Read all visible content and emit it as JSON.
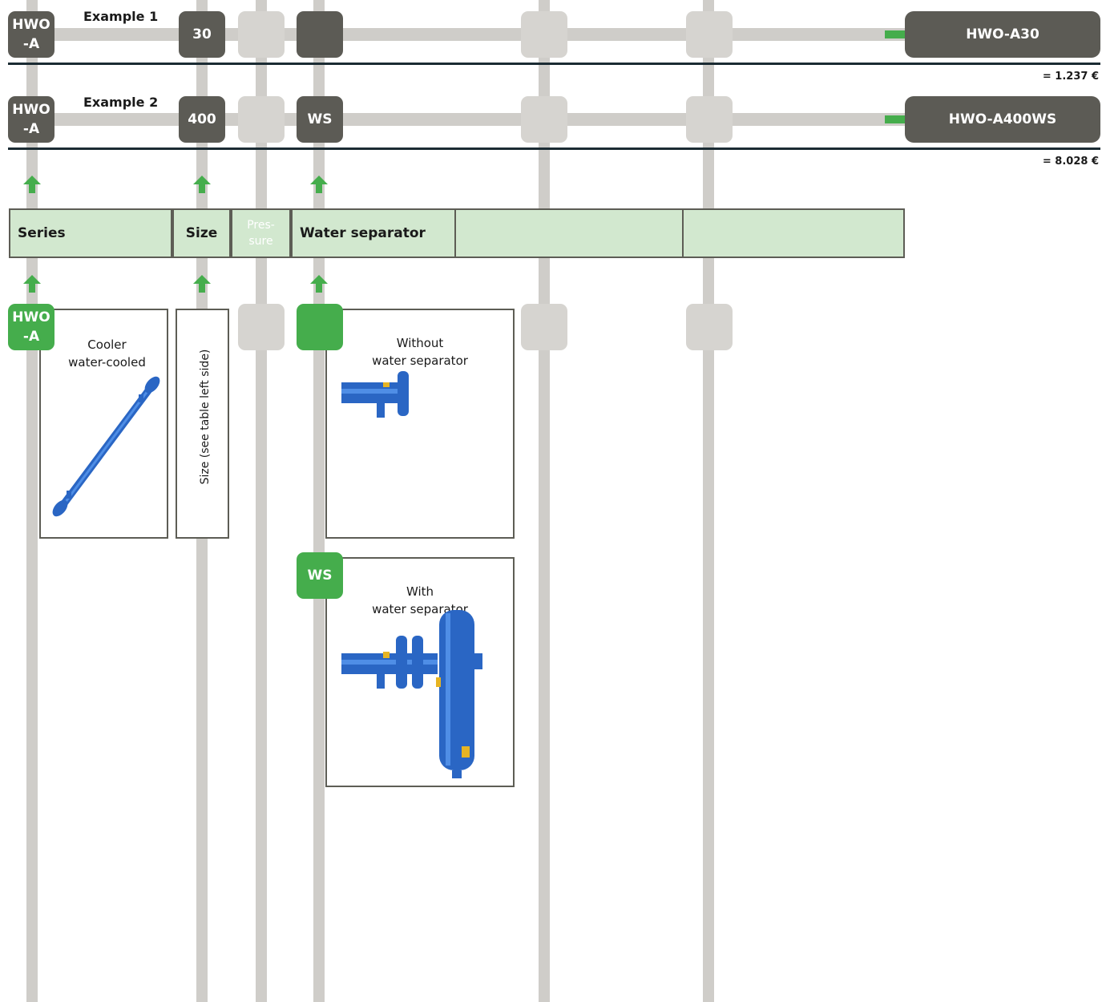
{
  "examples": [
    {
      "label": "Example 1",
      "series": "HWO\n-A",
      "size": "30",
      "pressure": "",
      "water_separator": "",
      "result": "HWO-A30",
      "price": "= 1.237 €"
    },
    {
      "label": "Example 2",
      "series": "HWO\n-A",
      "size": "400",
      "pressure": "",
      "water_separator": "WS",
      "result": "HWO-A400WS",
      "price": "= 8.028 €"
    }
  ],
  "categories": {
    "series": "Series",
    "size": "Size",
    "pressure": "Pres-\nsure",
    "water_separator": "Water separator",
    "extra1": "",
    "extra2": ""
  },
  "options": {
    "series": {
      "code": "HWO\n-A",
      "description": "Cooler\nwater-cooled"
    },
    "size": {
      "description": "Size (see table left side)"
    },
    "water_separator": [
      {
        "code": "",
        "description": "Without\nwater separator"
      },
      {
        "code": "WS",
        "description": "With\nwater separator"
      }
    ]
  },
  "colors": {
    "dark_box": "#5c5b55",
    "empty_box": "#d6d4d0",
    "selected_green": "#45ad4c",
    "category_fill": "#d2e8cf",
    "track": "#cfcdc9"
  }
}
